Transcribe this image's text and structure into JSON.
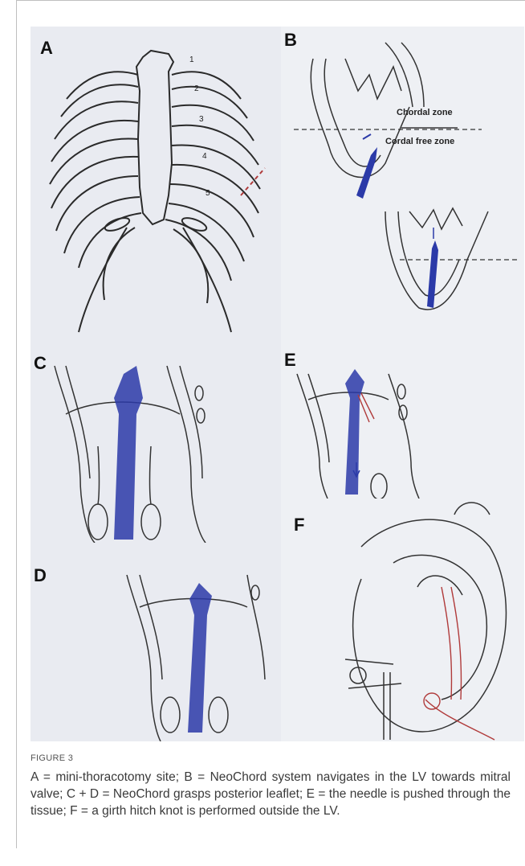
{
  "figure": {
    "panels": {
      "A": {
        "label": "A",
        "rib_numbers": [
          "1",
          "2",
          "3",
          "4",
          "5"
        ]
      },
      "B": {
        "label": "B",
        "chordal_zone": "Chordal zone",
        "cordal_free_zone": "Cordal free zone"
      },
      "C": {
        "label": "C"
      },
      "D": {
        "label": "D"
      },
      "E": {
        "label": "E"
      },
      "F": {
        "label": "F"
      }
    }
  },
  "caption": {
    "label": "FIGURE 3",
    "text": "A = mini-thoracotomy site; B = NeoChord system navigates in the LV towards mitral valve; C + D = NeoChord grasps posterior leaflet; E = the needle is pushed through the tissue; F = a girth hitch knot is performed outside the LV."
  },
  "colors": {
    "device_blue": "#2b3aa8",
    "suture_red": "#b03a3a",
    "pencil": "#2a2a2a"
  }
}
